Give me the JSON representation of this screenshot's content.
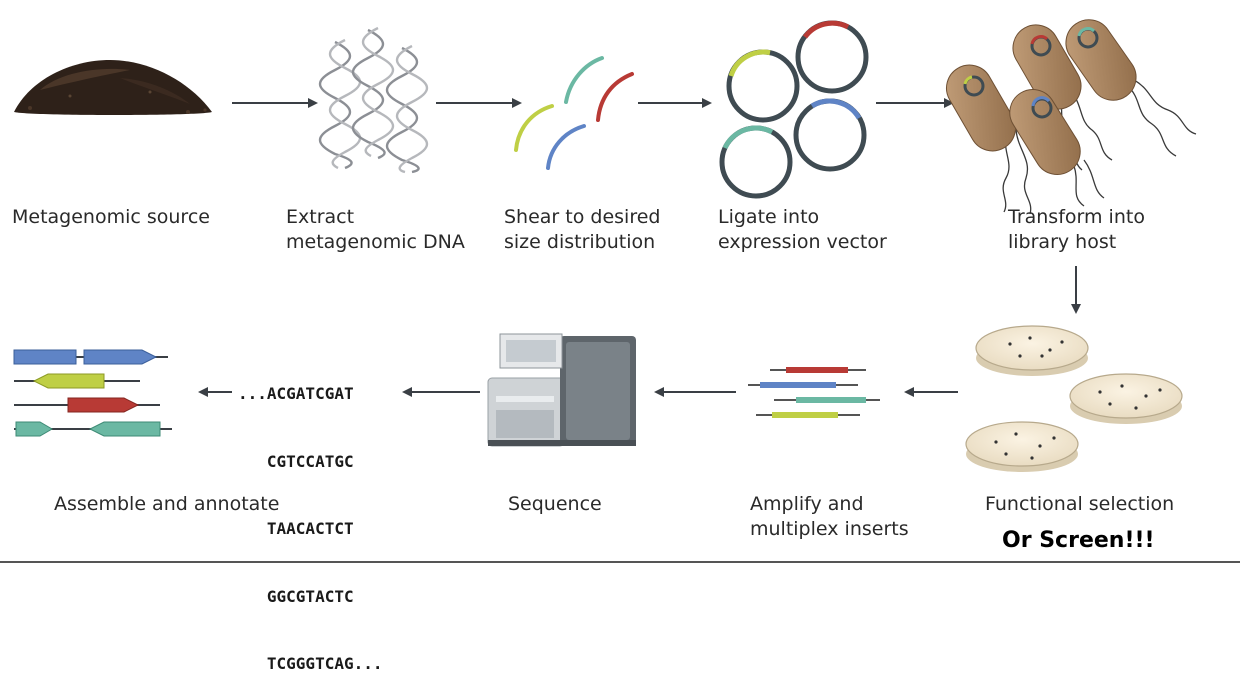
{
  "steps": {
    "source": {
      "label_l1": "Metagenomic source"
    },
    "extract": {
      "label_l1": "Extract",
      "label_l2": "metagenomic DNA"
    },
    "shear": {
      "label_l1": "Shear to desired",
      "label_l2": "size distribution"
    },
    "ligate": {
      "label_l1": "Ligate into",
      "label_l2": "expression vector"
    },
    "transform": {
      "label_l1": "Transform into",
      "label_l2": "library host"
    },
    "select": {
      "label_l1": "Functional selection"
    },
    "amplify": {
      "label_l1": "Amplify and",
      "label_l2": "multiplex inserts"
    },
    "sequence": {
      "label_l1": "Sequence"
    },
    "assemble": {
      "label_l1": "Assemble and annotate"
    }
  },
  "sequence_reads": [
    "...ACGATCGAT",
    "   CGTCCATGC",
    "   TAACACTCT",
    "   GGCGTACTC",
    "   TCGGGTCAG..."
  ],
  "emphasis": "Or Screen!!!",
  "icons": [
    "soil-pile-icon",
    "dna-helix-icon",
    "dna-fragments-icon",
    "plasmid-vector-icon",
    "bacteria-icon",
    "petri-dish-icon",
    "amplified-inserts-icon",
    "sequencer-icon",
    "annotated-genes-icon"
  ],
  "colors": {
    "arrow": "#3a3f45",
    "fragment_green": "#bfcf45",
    "fragment_teal": "#6bb8a3",
    "fragment_red": "#b83a35",
    "fragment_blue": "#5f84c6",
    "plasmid_ring": "#3f4b52",
    "bacteria_body": "#a8835f",
    "soil": "#2e2119"
  }
}
